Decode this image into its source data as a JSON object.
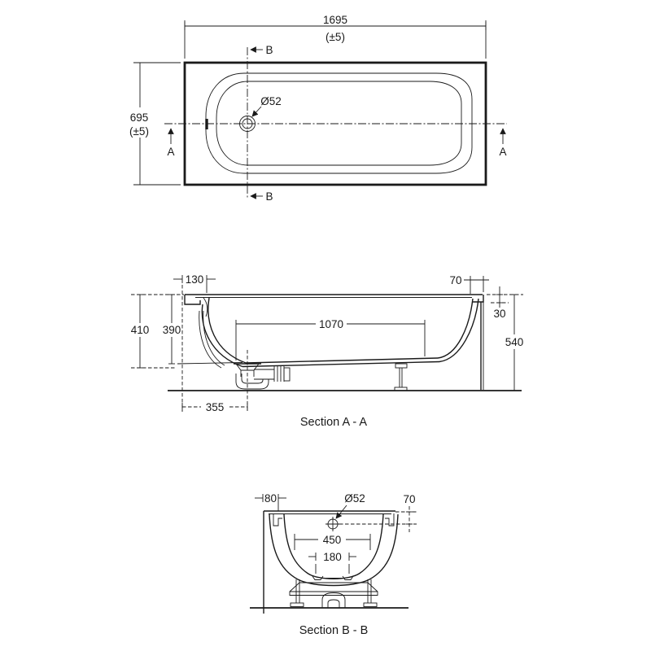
{
  "plan": {
    "dim_length": "1695",
    "dim_length_tolerance": "(±5)",
    "dim_width": "695",
    "dim_width_tolerance": "(±5)",
    "drain_diameter": "Ø52",
    "section_marker_a": "A",
    "section_marker_b": "B"
  },
  "section_aa": {
    "title": "Section A - A",
    "dim_rim_overhang_left": "130",
    "dim_rim_overhang_right": "70",
    "dim_rim_height": "30",
    "dim_depth_overall": "410",
    "dim_depth_internal": "390",
    "dim_base_length": "1070",
    "dim_height_overall": "540",
    "dim_drain_offset": "355"
  },
  "section_bb": {
    "title": "Section B - B",
    "dim_rim_overhang": "80",
    "dim_drain_drop": "70",
    "dim_width_internal": "450",
    "dim_base_width": "180",
    "drain_diameter": "Ø52"
  },
  "colors": {
    "line": "#1a1a1a",
    "background": "#ffffff"
  }
}
